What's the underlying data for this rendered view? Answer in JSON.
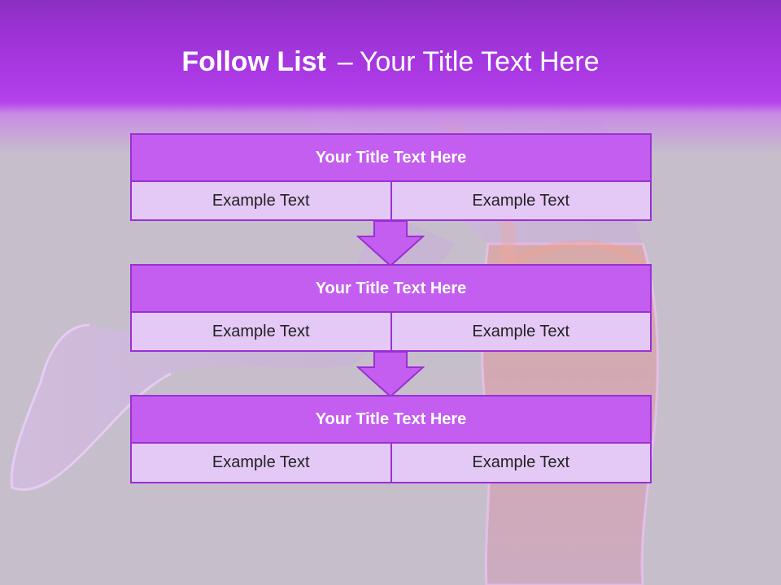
{
  "slide": {
    "title_bold": "Follow List",
    "title_dash": "–",
    "title_rest": "Your Title Text Here"
  },
  "blocks": [
    {
      "title": "Your Title Text Here",
      "left_text": "Example Text",
      "right_text": "Example Text"
    },
    {
      "title": "Your Title Text Here",
      "left_text": "Example Text",
      "right_text": "Example Text"
    },
    {
      "title": "Your Title Text Here",
      "left_text": "Example Text",
      "right_text": "Example Text"
    }
  ],
  "colors": {
    "header": "#a535dc",
    "block_title": "#c45ef0",
    "block_row": "#e4c9f6",
    "border": "#9a2fd4",
    "background": "#c6bfcb"
  },
  "icons": {
    "arrow": "down-arrow-icon",
    "background": "anatomy-leg-illustration"
  }
}
